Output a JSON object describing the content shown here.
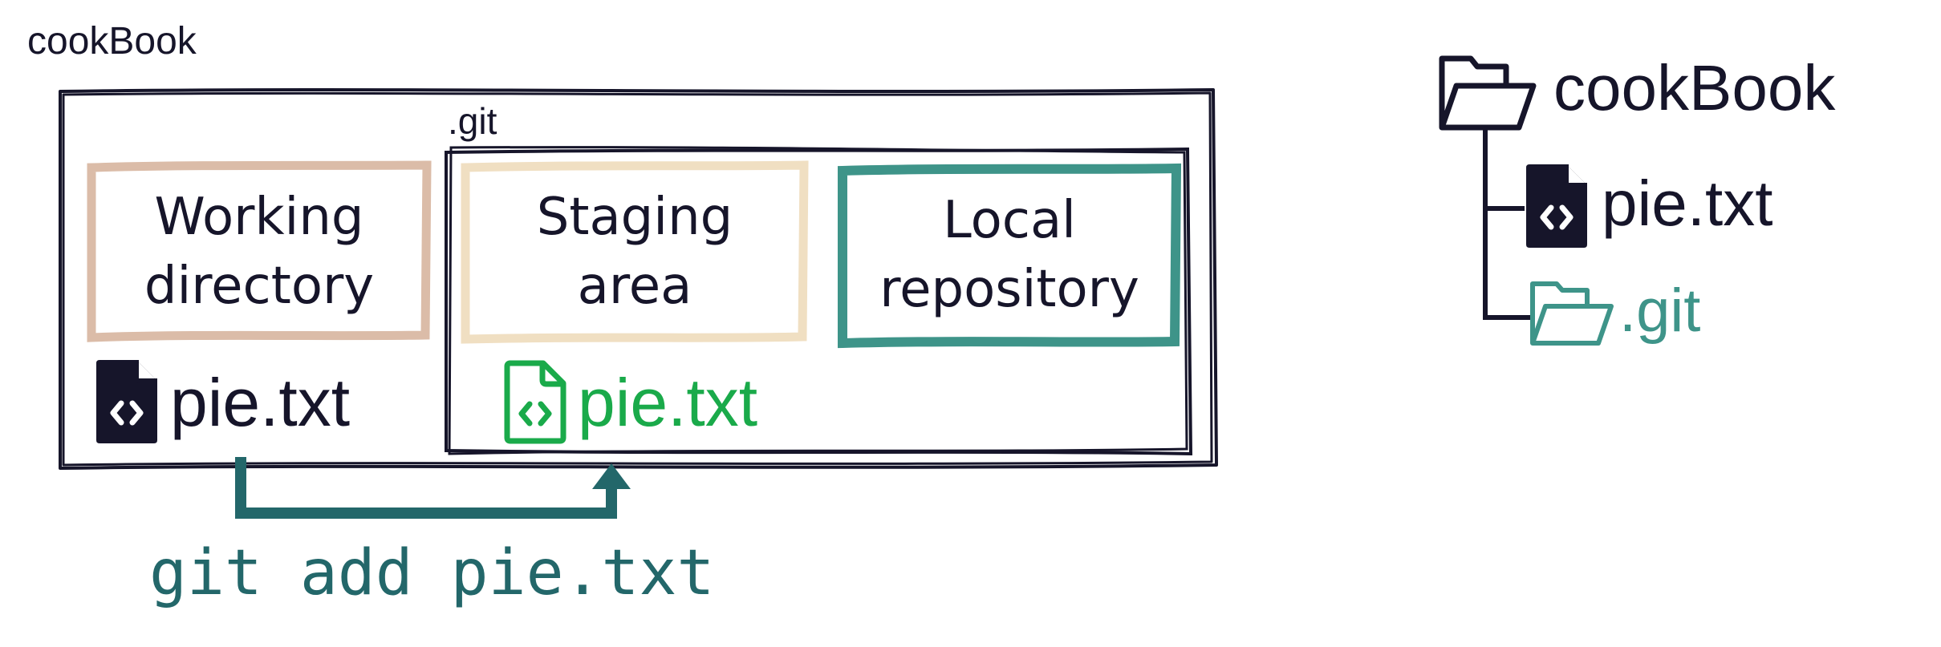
{
  "colors": {
    "ink": "#16152a",
    "working": "#dbbca8",
    "staging": "#f0dfc2",
    "local": "#3e9489",
    "green": "#1aaa4a",
    "command": "#23676a"
  },
  "outer": {
    "label": "cookBook"
  },
  "git_container": {
    "label": ".git"
  },
  "boxes": {
    "working": {
      "line1": "Working",
      "line2": "directory"
    },
    "staging": {
      "line1": "Staging",
      "line2": "area"
    },
    "local": {
      "line1": "Local",
      "line2": "repository"
    }
  },
  "files": {
    "working_file": {
      "label": "pie.txt",
      "icon": "code-file-icon"
    },
    "staged_file": {
      "label": "pie.txt",
      "icon": "code-file-icon"
    }
  },
  "command": {
    "text": "git add pie.txt"
  },
  "tree": {
    "root": {
      "label": "cookBook",
      "icon": "folder-open-icon"
    },
    "children": [
      {
        "label": "pie.txt",
        "icon": "code-file-icon"
      },
      {
        "label": ".git",
        "icon": "folder-open-icon"
      }
    ]
  }
}
